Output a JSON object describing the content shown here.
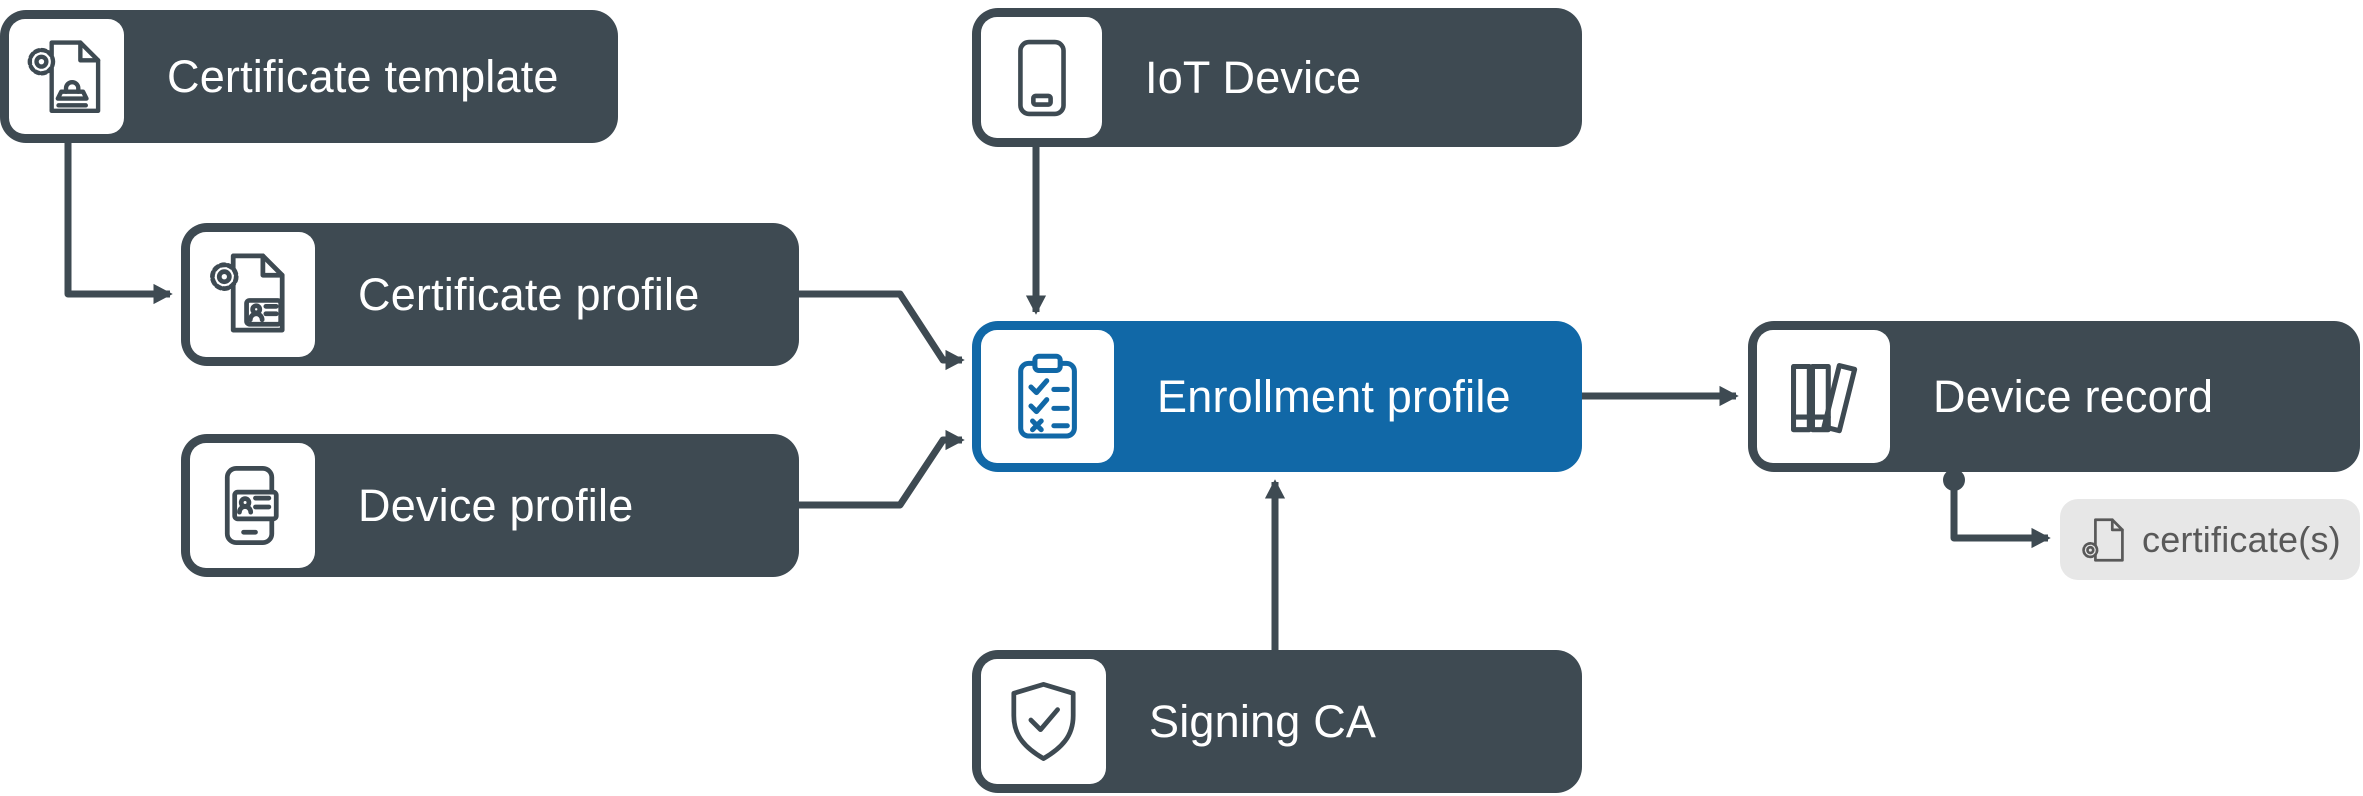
{
  "nodes": {
    "certificate_template": "Certificate template",
    "certificate_profile": "Certificate profile",
    "device_profile": "Device profile",
    "iot_device": "IoT Device",
    "enrollment_profile": "Enrollment profile",
    "signing_ca": "Signing CA",
    "device_record": "Device record",
    "certificates": "certificate(s)"
  },
  "icons": {
    "certificate_template": "certificate-stamp-icon",
    "certificate_profile": "certificate-id-icon",
    "device_profile": "device-id-card-icon",
    "iot_device": "tablet-device-icon",
    "enrollment_profile": "clipboard-checklist-icon",
    "signing_ca": "shield-check-icon",
    "device_record": "books-icon",
    "certificates": "certificate-document-icon"
  },
  "colors": {
    "node_dark": "#3E4A52",
    "node_blue": "#1168A7",
    "node_light": "#E7E7E7",
    "connector": "#3E4A52",
    "icon_bg": "#FFFFFF",
    "label_light": "#FFFFFF",
    "label_gray": "#595959"
  }
}
